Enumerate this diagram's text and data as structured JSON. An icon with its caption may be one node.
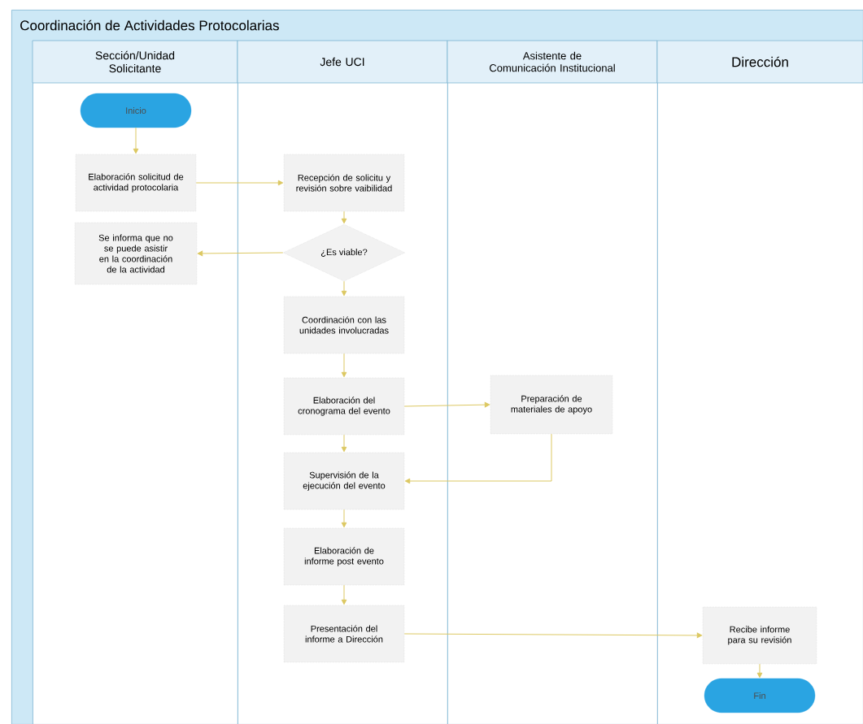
{
  "diagram": {
    "nodes": [
      {
        "text": [
          "Coordinación de Actividades Protocolarias"
        ]
      },
      {
        "text": [
          "Sección/Unidad Solicitante"
        ],
        "in": 0
      },
      {
        "text": [
          "Jefe UCI"
        ],
        "in": 0
      },
      {
        "text": [
          "Asistente de Comunicación Institucional"
        ],
        "in": 0
      },
      {
        "text": [
          "Dirección"
        ],
        "in": 0
      },
      {
        "text": [
          "Inicio"
        ],
        "in": 1
      },
      {
        "text": [
          "Elaboración solicitud de actividad protocolaria"
        ],
        "in": 1
      },
      {
        "text": [
          "Recepción de solicitu y revisión sobre vaibilidad"
        ],
        "in": 2
      },
      {
        "text": [
          "¿Es viable?"
        ],
        "in": 2
      },
      {
        "text": [
          "Se informa que no se puede asistir en la coordinación de la actividad"
        ],
        "in": 1
      },
      {
        "text": [
          "Coordinación con las unidades involucradas"
        ],
        "in": 2
      },
      {
        "text": [
          "Elaboración del cronograma del evento"
        ],
        "in": 2
      },
      {
        "text": [
          "Preparación de materiales de apoyo"
        ],
        "in": 3
      },
      {
        "text": [
          "Supervisión de la ejecución del evento"
        ],
        "in": 2
      },
      {
        "text": [
          "Elaboración de informe post evento"
        ],
        "in": 2
      },
      {
        "text": [
          "Presentación del informe a Dirección"
        ],
        "in": 2
      },
      {
        "text": [
          "Recibe informe para su revisión"
        ],
        "in": 4
      },
      {
        "text": [
          "Fin"
        ],
        "in": 4
      }
    ],
    "edges": [
      {
        "from": 5,
        "to": 6,
        "arrow": "to"
      },
      {
        "from": 6,
        "to": 7,
        "arrow": "to"
      },
      {
        "from": 7,
        "to": 8,
        "arrow": "to"
      },
      {
        "from": 8,
        "to": 9,
        "arrow": "to"
      },
      {
        "from": 8,
        "to": 10,
        "arrow": "to"
      },
      {
        "from": 10,
        "to": 11,
        "arrow": "to"
      },
      {
        "from": 11,
        "to": 12,
        "arrow": "to"
      },
      {
        "from": 12,
        "to": 13,
        "arrow": "to"
      },
      {
        "from": 11,
        "to": 13,
        "arrow": "to"
      },
      {
        "from": 13,
        "to": 14,
        "arrow": "to"
      },
      {
        "from": 14,
        "to": 15,
        "arrow": "to"
      },
      {
        "from": 15,
        "to": 16,
        "arrow": "to"
      },
      {
        "from": 16,
        "to": 17,
        "arrow": "to"
      }
    ]
  }
}
